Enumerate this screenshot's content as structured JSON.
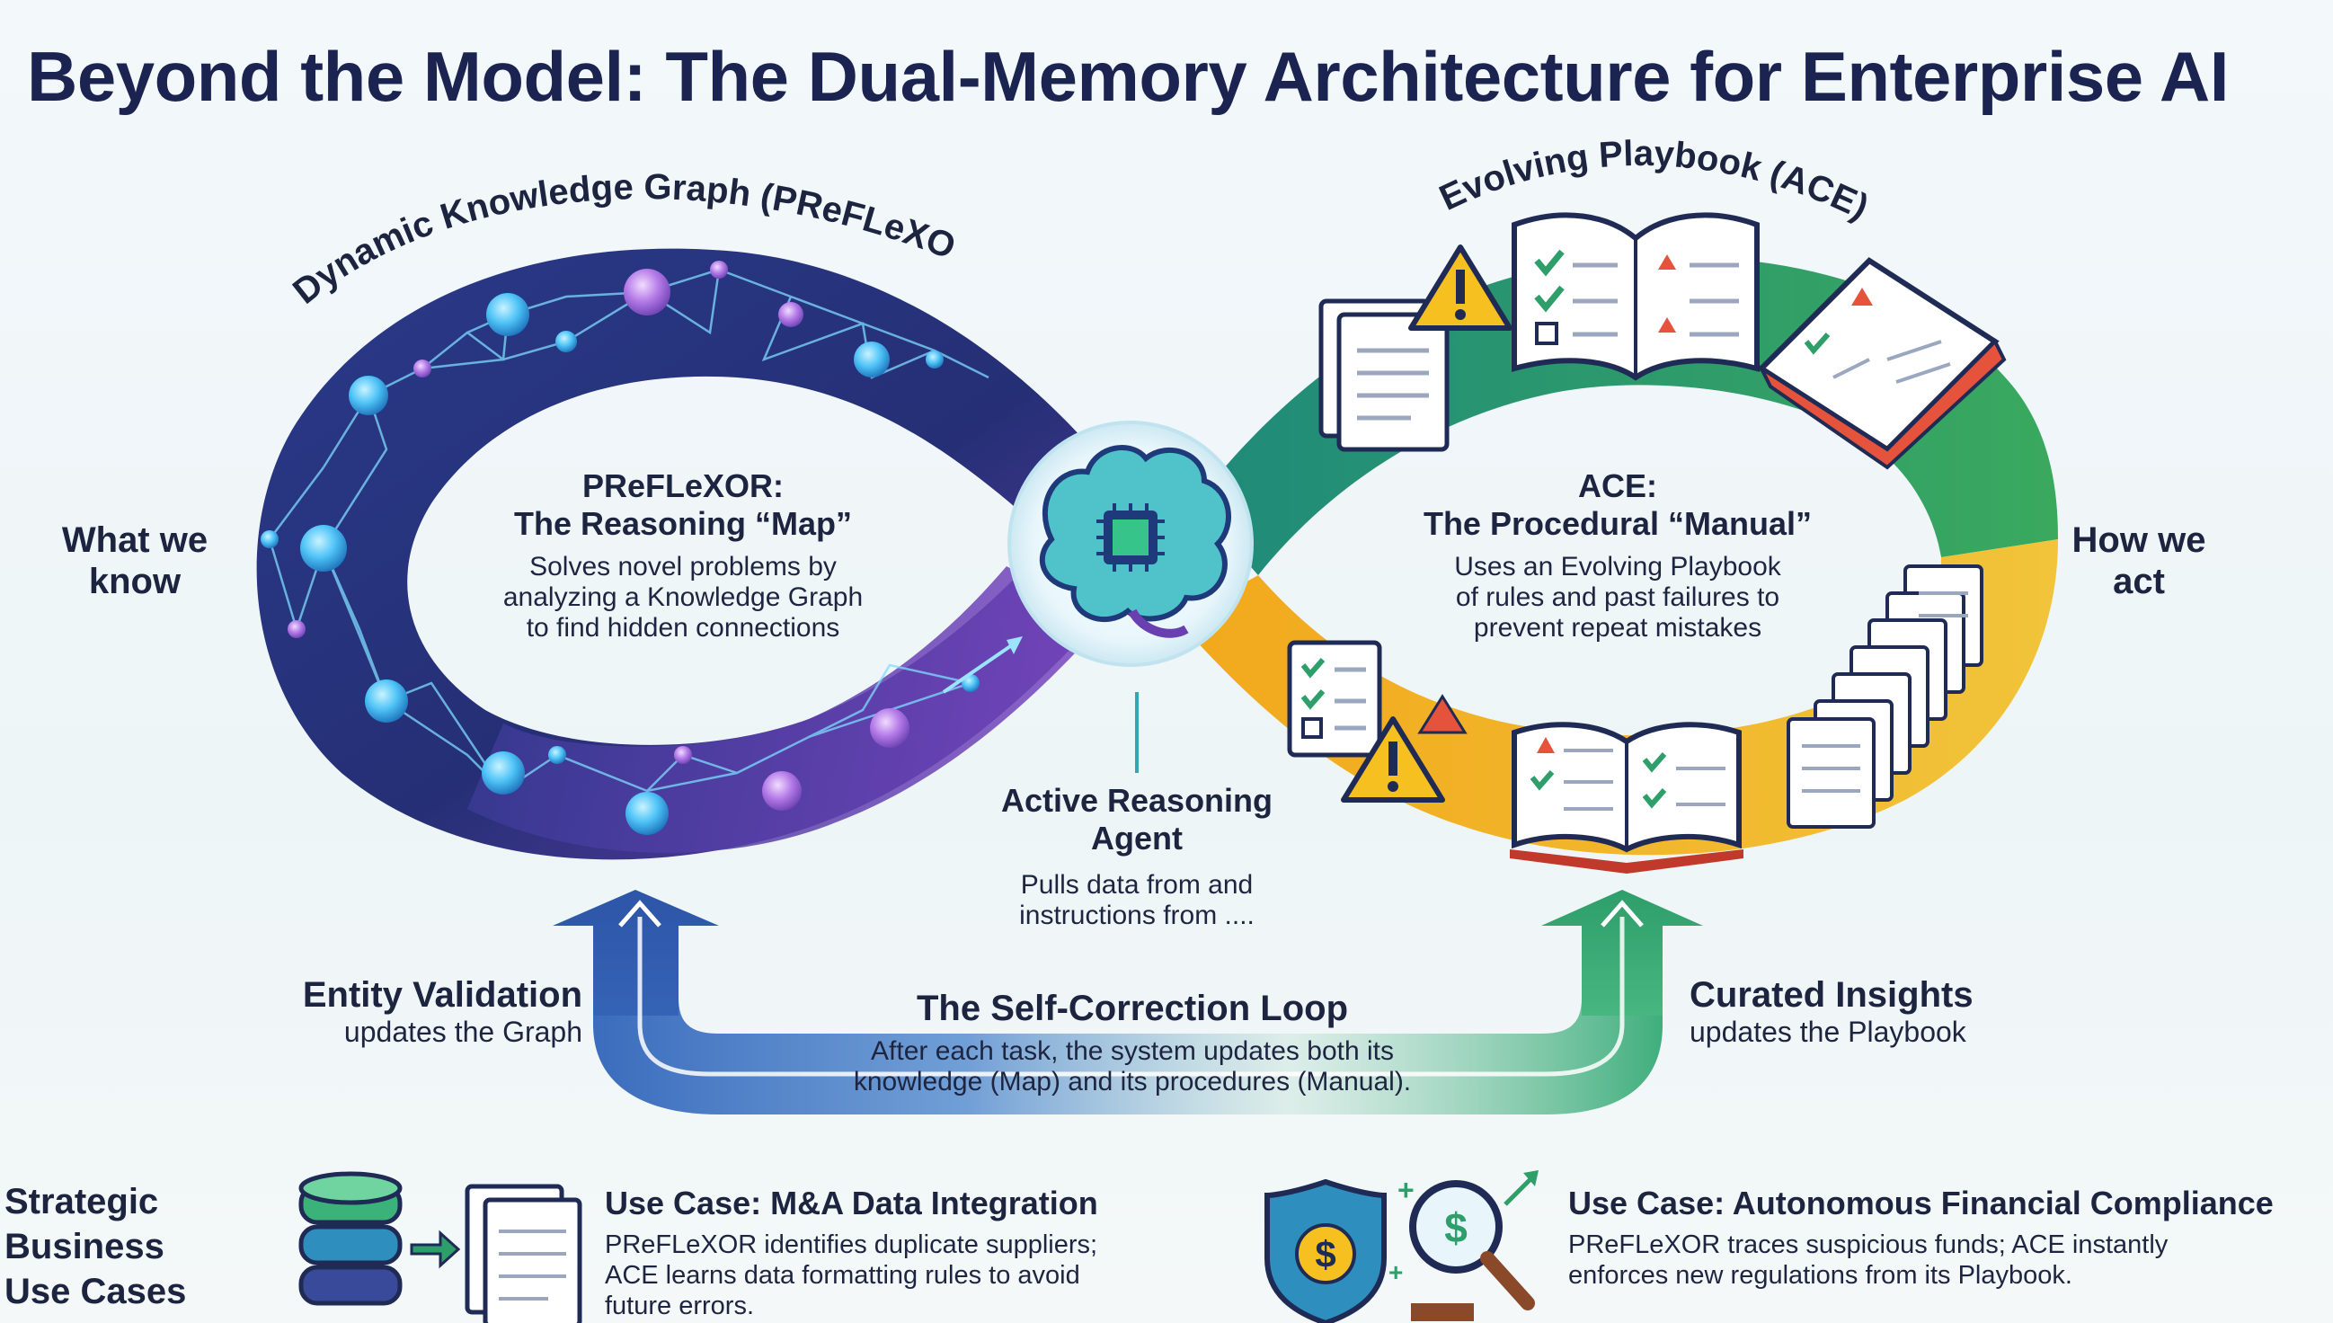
{
  "title": "Beyond the Model: The Dual-Memory Architecture for Enterprise AI",
  "left_loop": {
    "curve_label": "Dynamic Knowledge Graph (PReFLeXOR)",
    "side_label_line1": "What we",
    "side_label_line2": "know",
    "heading_line1": "PReFLeXOR:",
    "heading_line2": "The Reasoning “Map”",
    "body_line1": "Solves novel problems by",
    "body_line2": "analyzing a Knowledge Graph",
    "body_line3": "to find hidden connections"
  },
  "right_loop": {
    "curve_label": "Evolving Playbook (ACE)",
    "side_label_line1": "How we",
    "side_label_line2": "act",
    "heading_line1": "ACE:",
    "heading_line2": "The Procedural “Manual”",
    "body_line1": "Uses an Evolving Playbook",
    "body_line2": "of rules and past failures to",
    "body_line3": "prevent repeat mistakes"
  },
  "agent": {
    "heading_line1": "Active Reasoning",
    "heading_line2": "Agent",
    "body_line1": "Pulls data from and",
    "body_line2": "instructions from ...."
  },
  "feedback": {
    "left_head": "Entity Validation",
    "left_sub": "updates the Graph",
    "center_head": "The Self-Correction Loop",
    "center_body_line1": "After each task, the system updates both its",
    "center_body_line2": "knowledge (Map) and its procedures (Manual).",
    "right_head": "Curated Insights",
    "right_sub": "updates the Playbook"
  },
  "use_cases": {
    "section_line1": "Strategic",
    "section_line2": "Business",
    "section_line3": "Use Cases",
    "case1": {
      "head": "Use Case: M&A Data Integration",
      "body_line1": "PReFLeXOR identifies duplicate suppliers;",
      "body_line2": "ACE learns data formatting rules to avoid",
      "body_line3": "future errors."
    },
    "case2": {
      "head": "Use Case: Autonomous Financial Compliance",
      "body_line1": "PReFLeXOR traces suspicious funds; ACE instantly",
      "body_line2": "enforces new regulations from its Playbook."
    }
  },
  "icons": [
    "brain-chip-icon",
    "warning-icon",
    "document-icon",
    "open-book-icon",
    "checklist-icon",
    "database-icon",
    "shield-dollar-icon",
    "magnifier-dollar-icon",
    "arrow-up-icon"
  ],
  "colors": {
    "title": "#1b2350",
    "graph_blue": "#23307a",
    "graph_purple": "#6a3fb0",
    "playbook_green": "#2e9e6a",
    "playbook_yellow": "#f0b428",
    "loop_arrow_blue": "#3d63b8",
    "loop_arrow_green": "#3fae7c"
  }
}
